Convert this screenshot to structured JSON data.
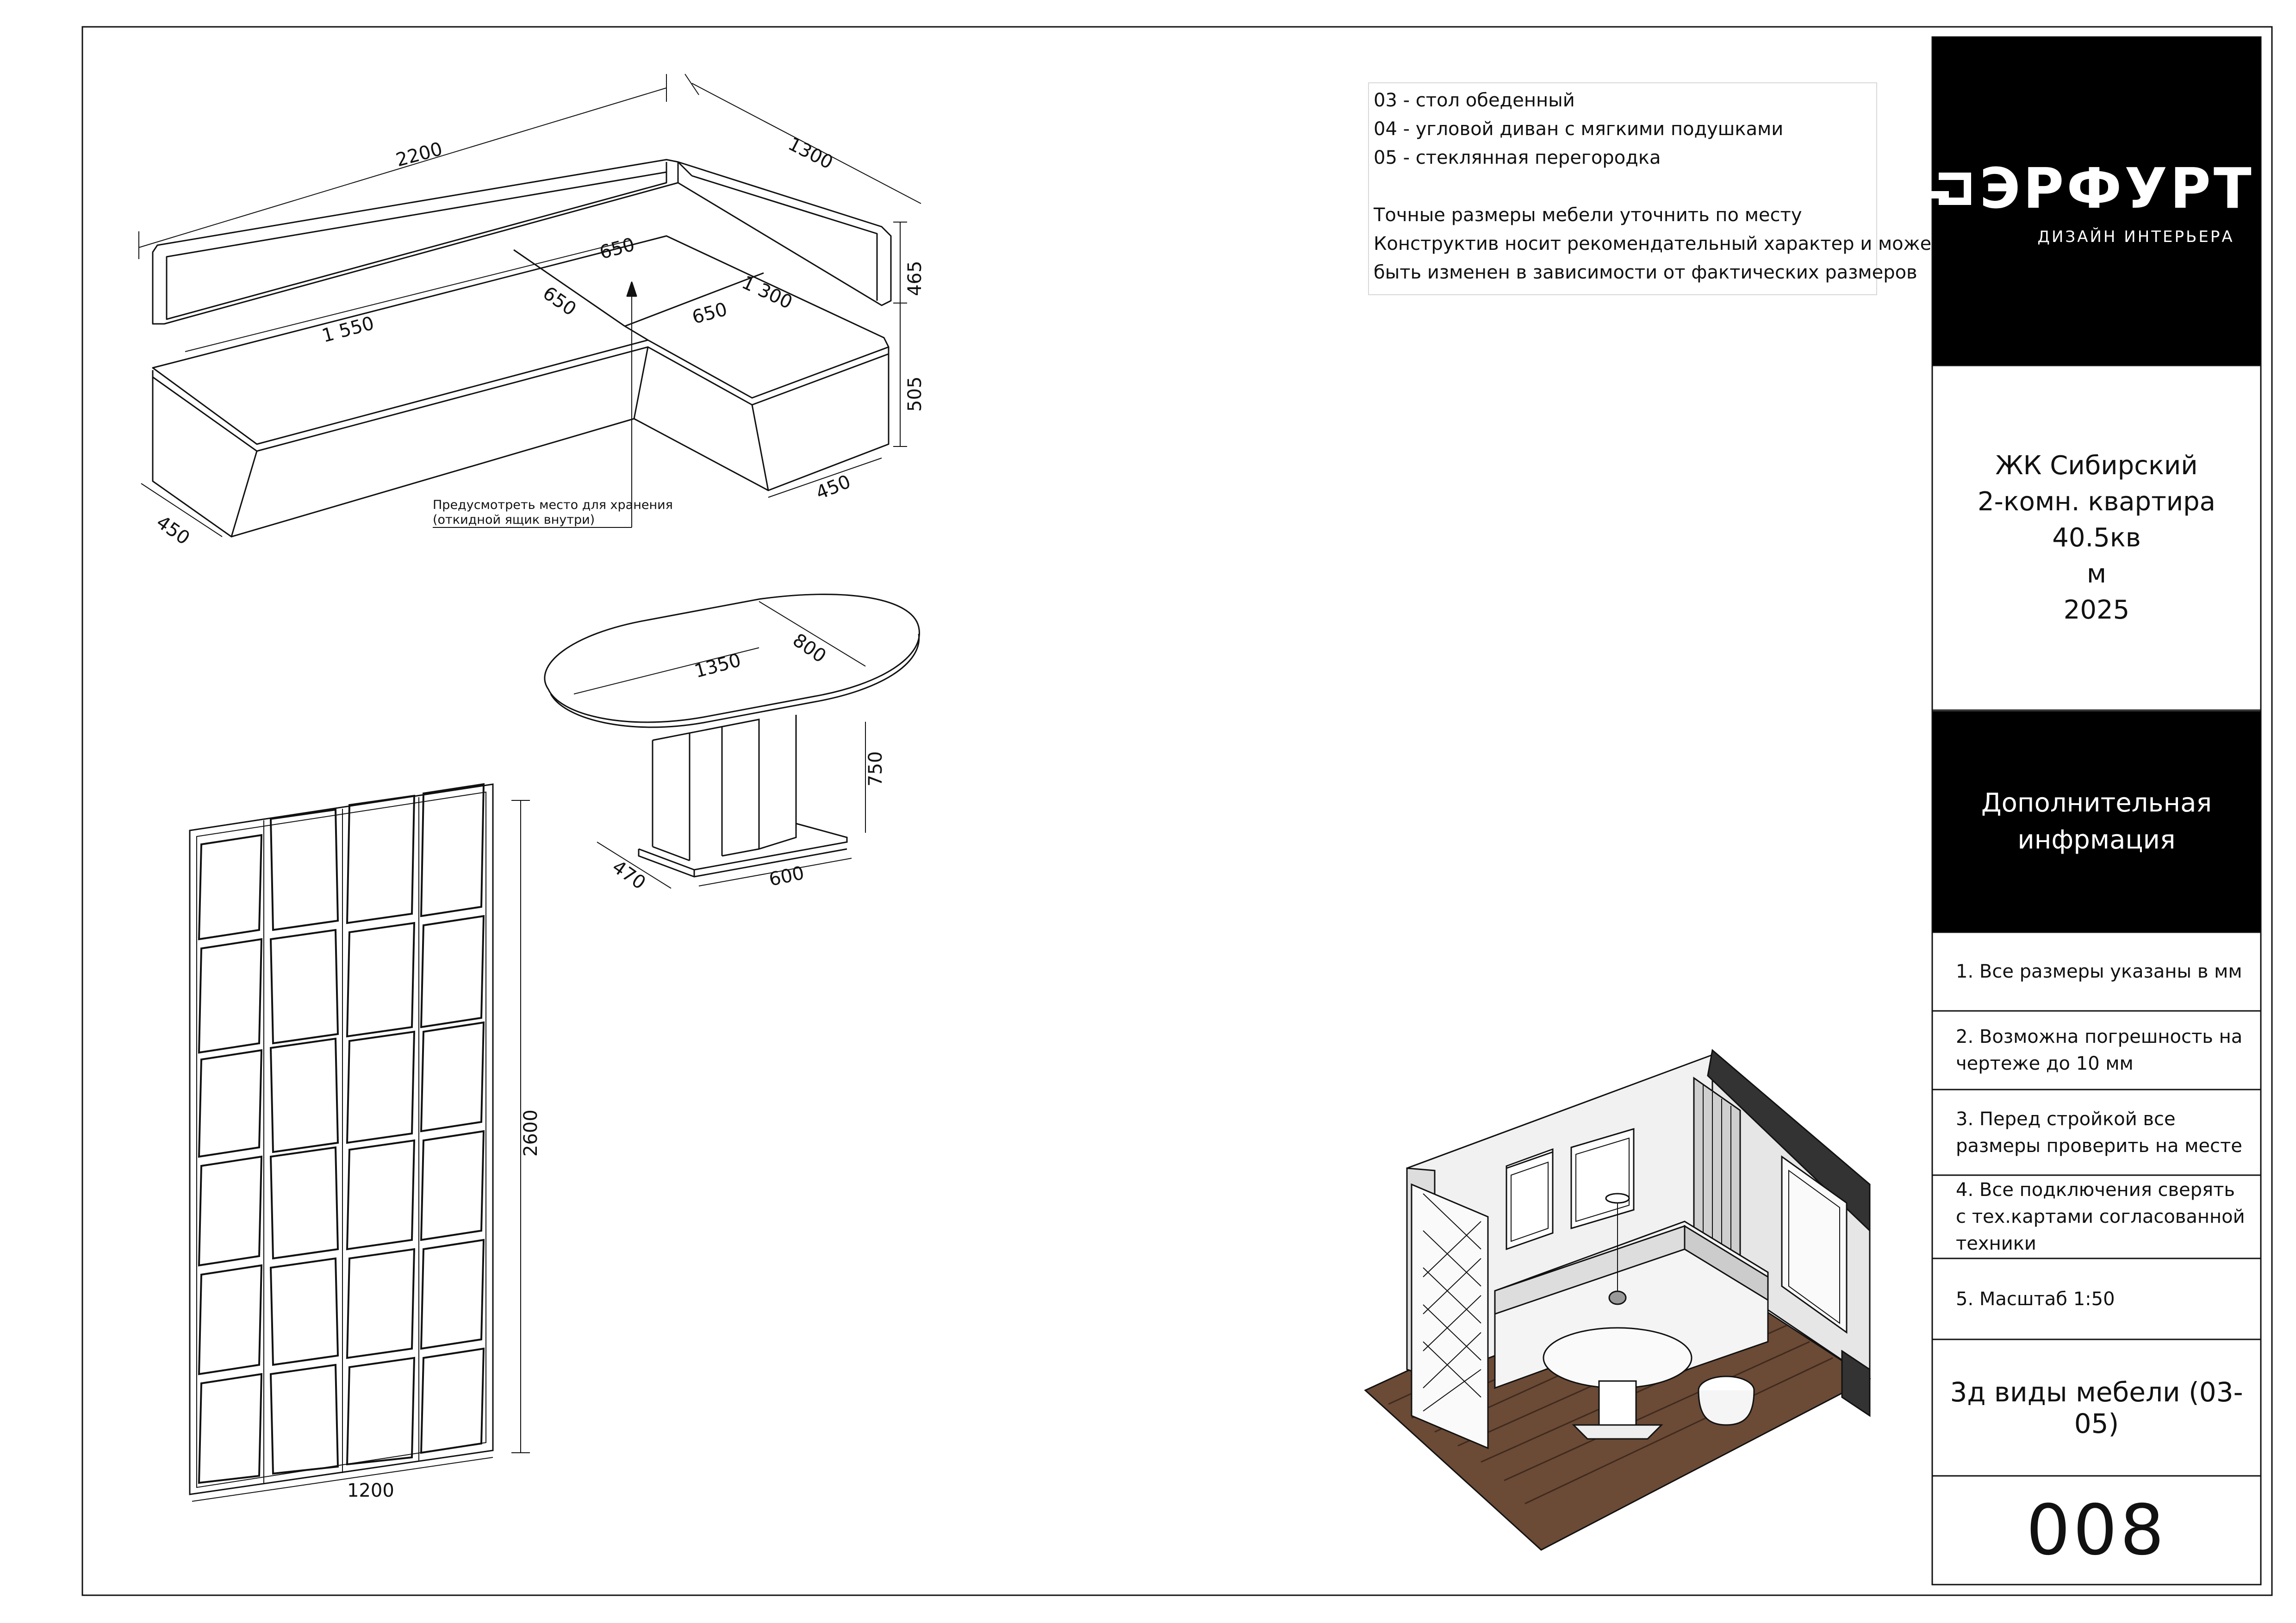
{
  "legend": {
    "items": [
      "03 - стол обеденный",
      "04 - угловой диван с мягкими подушками",
      "05 - стеклянная перегородка"
    ],
    "notes": [
      "Точные размеры мебели уточнить по месту",
      "Конструктив носит рекомендательный характер и может",
      "быть изменен в зависимости от фактических размеров"
    ]
  },
  "sofa": {
    "dim_length": "2200",
    "dim_side": "1300",
    "dim_back_h": "465",
    "dim_seat_h": "505",
    "dim_depth_left": "450",
    "dim_depth_right": "450",
    "dim_inner_1550": "1 550",
    "dim_inner_1300": "1 300",
    "dim_650_a": "650",
    "dim_650_b": "650",
    "dim_650_c": "650",
    "storage_note_1": "Предусмотреть место для хранения",
    "storage_note_2": "(откидной ящик внутри)"
  },
  "table": {
    "dim_length": "1350",
    "dim_width": "800",
    "dim_height": "750",
    "dim_base_w": "600",
    "dim_base_d": "470"
  },
  "partition": {
    "dim_height": "2600",
    "dim_width": "1200"
  },
  "titleblock": {
    "logo": "ЭРФУРТ",
    "logo_sub": "ДИЗАЙН ИНТЕРЬЕРА",
    "project": [
      "ЖК Сибирский",
      "2-комн. квартира 40.5кв",
      "м",
      "2025"
    ],
    "section": [
      "Дополнительная",
      "инфрмация"
    ],
    "notes": [
      "1. Все размеры указаны в мм",
      "2. Возможна погрешность на чертеже до 10 мм",
      "3. Перед стройкой все размеры проверить на месте",
      "4. Все подключения сверять с тех.картами согласованной техники",
      "5. Масштаб 1:50"
    ],
    "sheet_title": "3д виды мебели (03-05)",
    "sheet_number": "008"
  }
}
